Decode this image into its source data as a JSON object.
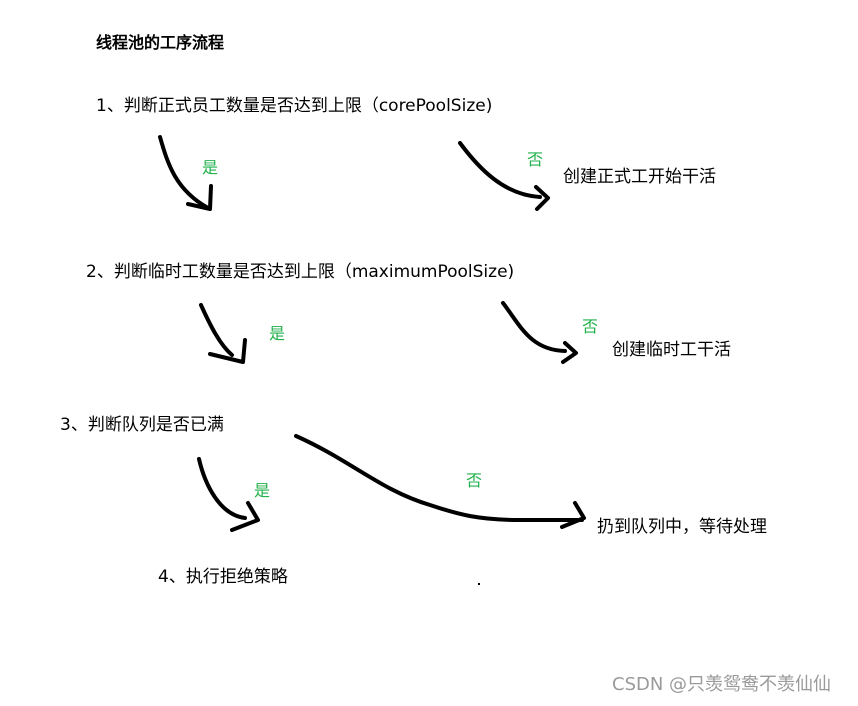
{
  "title": "线程池的工序流程",
  "steps": [
    "1、判断正式员工数量是否达到上限（corePoolSize)",
    "2、判断临时工数量是否达到上限（maximumPoolSize)",
    "3、判断队列是否已满",
    "4、执行拒绝策略"
  ],
  "results": [
    "创建正式工开始干活",
    "创建临时工干活",
    "扔到队列中，等待处理"
  ],
  "labels": {
    "yes": "是",
    "no": "否"
  },
  "colors": {
    "label": "#22b14c",
    "text": "#000000",
    "watermark": "#9a9a9a"
  },
  "watermark": "CSDN @只羡鸳鸯不羡仙仙"
}
